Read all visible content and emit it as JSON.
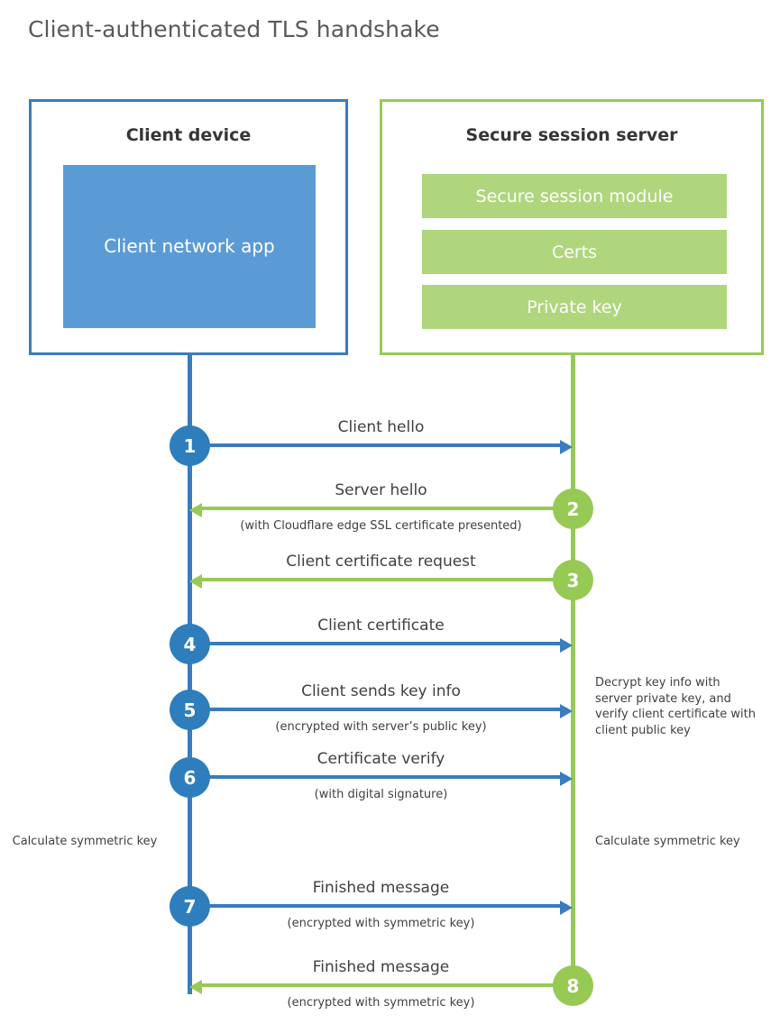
{
  "page": {
    "title": "Client-authenticated TLS handshake",
    "background": "#ffffff"
  },
  "colors": {
    "client_blue": "#3a7cbe",
    "client_app_fill": "#5b9bd5",
    "server_green": "#97ca55",
    "server_bar_fill": "#b0d67d",
    "step_blue": "#2e7ebd",
    "text": "#404041"
  },
  "participants": {
    "client": {
      "title": "Client device",
      "app_label": "Client network app"
    },
    "server": {
      "title": "Secure session server",
      "modules": [
        "Secure session module",
        "Certs",
        "Private key"
      ]
    }
  },
  "notes": {
    "server_decrypt": "Decrypt key info with server private key, and verify client certificate with client public key",
    "client_calculate": "Calculate symmetric key",
    "server_calculate": "Calculate symmetric key"
  },
  "chart_data": {
    "type": "sequence-diagram",
    "title": "Client-authenticated TLS handshake",
    "actors": [
      "Client device",
      "Secure session server"
    ],
    "steps": [
      {
        "n": "1",
        "label": "Client hello",
        "sub": "",
        "direction": "client-to-server",
        "color": "#3a7cbe"
      },
      {
        "n": "2",
        "label": "Server hello",
        "sub": "(with Cloudflare edge SSL certificate presented)",
        "direction": "server-to-client",
        "color": "#97ca55"
      },
      {
        "n": "3",
        "label": "Client certificate request",
        "sub": "",
        "direction": "server-to-client",
        "color": "#97ca55"
      },
      {
        "n": "4",
        "label": "Client certificate",
        "sub": "",
        "direction": "client-to-server",
        "color": "#3a7cbe"
      },
      {
        "n": "5",
        "label": "Client sends key info",
        "sub": "(encrypted with server’s public key)",
        "direction": "client-to-server",
        "color": "#3a7cbe"
      },
      {
        "n": "6",
        "label": "Certificate verify",
        "sub": "(with digital signature)",
        "direction": "client-to-server",
        "color": "#3a7cbe"
      },
      {
        "n": "7",
        "label": "Finished message",
        "sub": "(encrypted with symmetric key)",
        "direction": "client-to-server",
        "color": "#3a7cbe"
      },
      {
        "n": "8",
        "label": "Finished message",
        "sub": "(encrypted with symmetric key)",
        "direction": "server-to-client",
        "color": "#97ca55"
      }
    ],
    "annotations": [
      "Decrypt key info with server private key, and verify client certificate with client public key",
      "Calculate symmetric key",
      "Calculate symmetric key"
    ]
  }
}
